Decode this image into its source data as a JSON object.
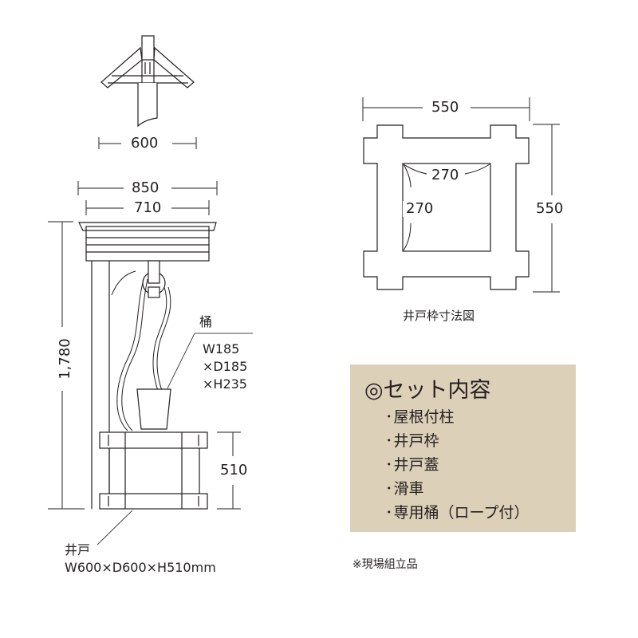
{
  "roof_top_view": {
    "width_dim": "600"
  },
  "front_view": {
    "roof_outer_dim": "850",
    "roof_inner_dim": "710",
    "total_height_dim": "1,780",
    "well_height_dim": "510",
    "bucket": {
      "label": "桶",
      "spec_lines": [
        "W185",
        "×D185",
        "×H235"
      ]
    },
    "well": {
      "label": "井戸",
      "spec": "W600×D600×H510mm"
    }
  },
  "frame_plan": {
    "outer_width_dim": "550",
    "outer_depth_dim": "550",
    "inner_width_dim": "270",
    "inner_depth_dim": "270",
    "caption": "井戸枠寸法図"
  },
  "set_contents": {
    "title": "◎セット内容",
    "items": [
      "屋根付柱",
      "井戸枠",
      "井戸蓋",
      "滑車",
      "専用桶（ロープ付）"
    ],
    "background_color": "#ddd0b8"
  },
  "note": "※現場組立品",
  "colors": {
    "line": "#231f20",
    "dimension_line": "#4a4a4a"
  }
}
